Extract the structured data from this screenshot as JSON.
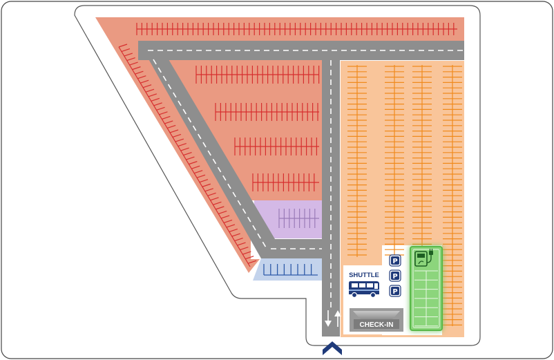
{
  "map": {
    "labels": {
      "shuttle": "SHUTTLE",
      "checkin": "CHECK-IN",
      "parking_sign": "P"
    },
    "icons": [
      "ev-charging-icon",
      "shuttle-bus-icon",
      "parking-icon",
      "entrance-chevron-icon",
      "two-way-arrows-icon"
    ],
    "colors": {
      "red_zone": "#ea9a82",
      "red_stalls": "#d62e2e",
      "orange_zone": "#f9c59a",
      "orange_stalls": "#f08a1c",
      "purple_zone": "#d4b9e6",
      "blue_zone": "#c3d3ec",
      "blue_stalls": "#2d5aa8",
      "ev_zone": "#8cd57b",
      "road": "#8e8e8e",
      "navy": "#1f3a7a"
    }
  }
}
